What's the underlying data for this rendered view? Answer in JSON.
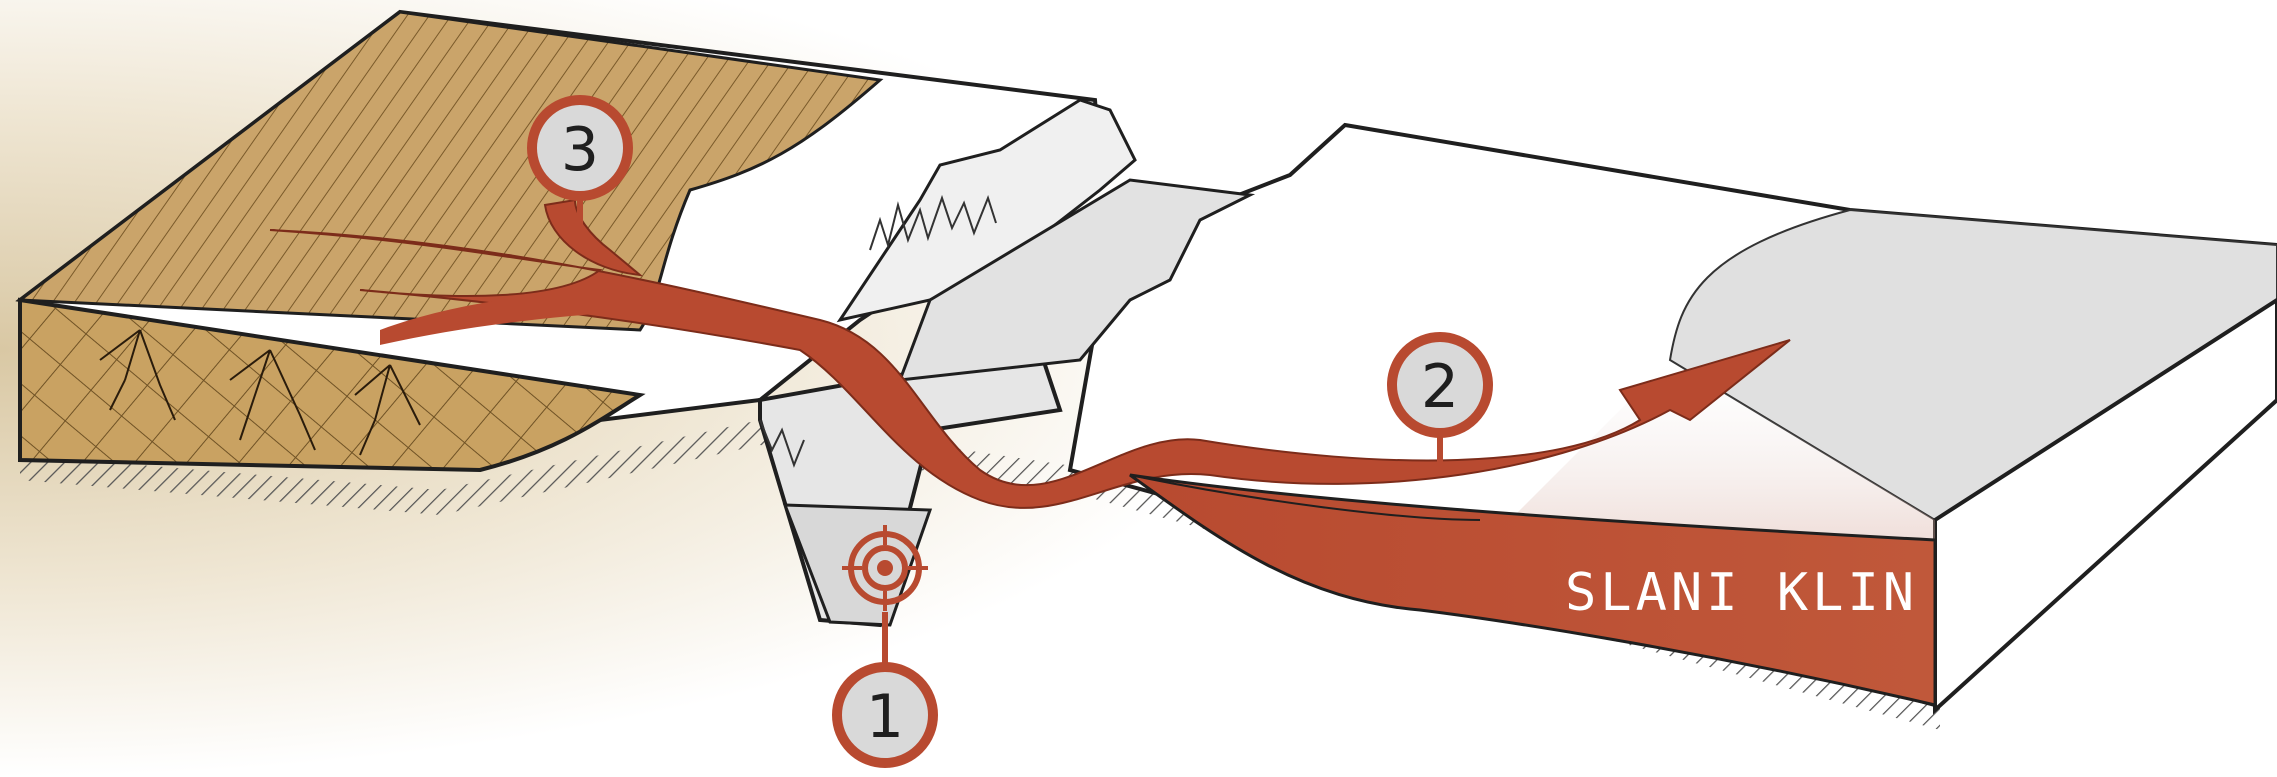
{
  "diagram": {
    "wedge_label": "SLANI KLIN",
    "markers": [
      {
        "id": "marker-1",
        "label": "1"
      },
      {
        "id": "marker-2",
        "label": "2"
      },
      {
        "id": "marker-3",
        "label": "3"
      }
    ],
    "colors": {
      "flow": "#b84a30",
      "flow_dark": "#7c2c1a",
      "soil": "#caa46a",
      "soil_dark": "#a8824a",
      "ice_top": "#ffffff",
      "ice_face": "#e2e2e2",
      "outline": "#1f1f1f",
      "paper": "#ffffff"
    },
    "icons": [
      "target-icon"
    ]
  }
}
